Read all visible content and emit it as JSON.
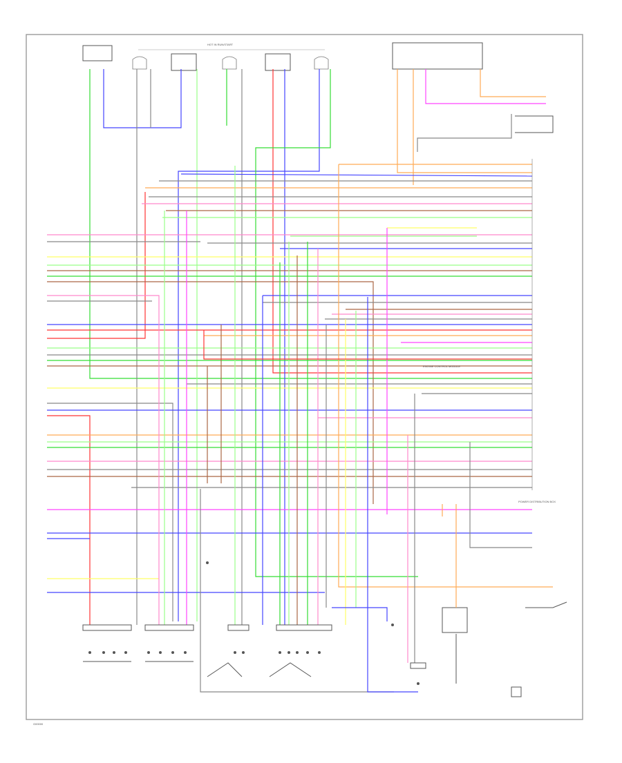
{
  "diagram": {
    "label_color": "#555555",
    "frame_color": "#9a9a9a",
    "wire_colors": {
      "green": "#33dd33",
      "blue": "#4444ff",
      "red": "#ff3333",
      "orange": "#ffaa55",
      "pink": "#ff88cc",
      "magenta": "#ff44ff",
      "yellow": "#ffff66",
      "lightgreen": "#99ff88",
      "gray": "#888888",
      "lightblue": "#88ccff",
      "brown": "#aa6644",
      "violet": "#9955ff",
      "darkgray": "#444444"
    },
    "labels": {
      "top_center_caption": "HOT IN RUN/START",
      "right_mid_label": "ENGINE CONTROL MODULE",
      "br_label_1": "POWER DISTRIBUTION BOX",
      "bottom_left_text": "G00000"
    }
  }
}
